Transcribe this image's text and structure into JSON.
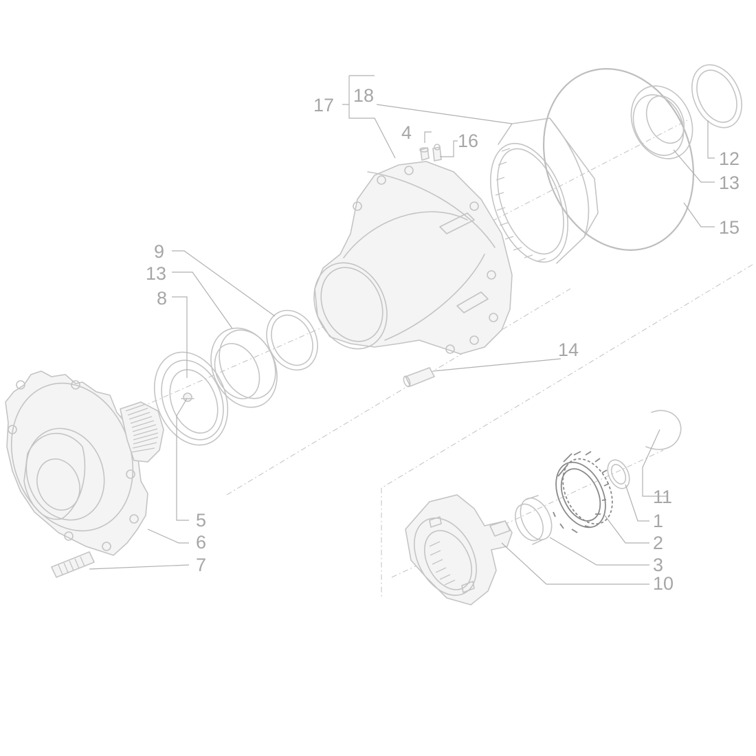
{
  "diagram": {
    "part_numbers": {
      "p1": "1",
      "p2": "2",
      "p3": "3",
      "p4": "4",
      "p5": "5",
      "p6": "6",
      "p7": "7",
      "p8": "8",
      "p9": "9",
      "p10": "10",
      "p11": "11",
      "p12": "12",
      "p13a": "13",
      "p13b": "13",
      "p14": "14",
      "p15": "15",
      "p16": "16",
      "p17": "17",
      "p18": "18"
    },
    "highlighted_part": "2",
    "colors": {
      "line": "#c4c4c4",
      "label": "#a6a6a6",
      "highlight": "#8a8a8a",
      "background": "#ffffff"
    }
  }
}
